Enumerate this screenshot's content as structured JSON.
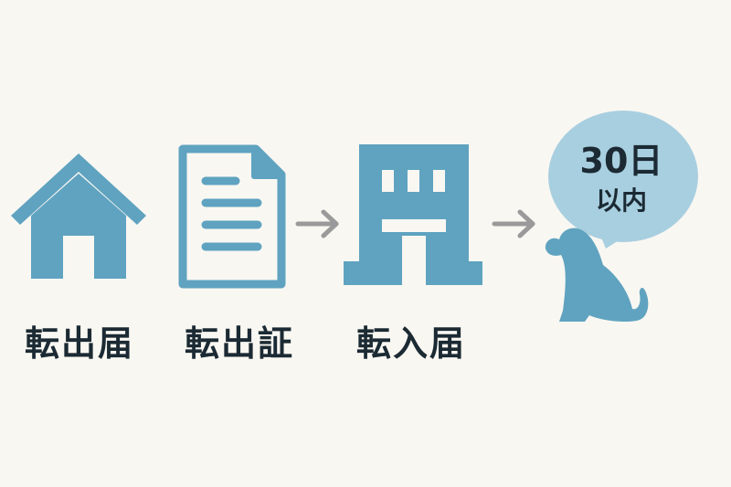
{
  "steps": [
    {
      "label": "転出届",
      "icon": "house-icon"
    },
    {
      "label": "転出証",
      "icon": "document-icon"
    },
    {
      "label": "転入届",
      "icon": "building-icon"
    }
  ],
  "bubble": {
    "line1": "30日",
    "line2": "以内"
  },
  "colors": {
    "background": "#f9f7f2",
    "icon": "#5fa3c0",
    "bubble": "#a8cfe0",
    "arrow": "#9a9a9a",
    "text": "#1b2a33"
  }
}
